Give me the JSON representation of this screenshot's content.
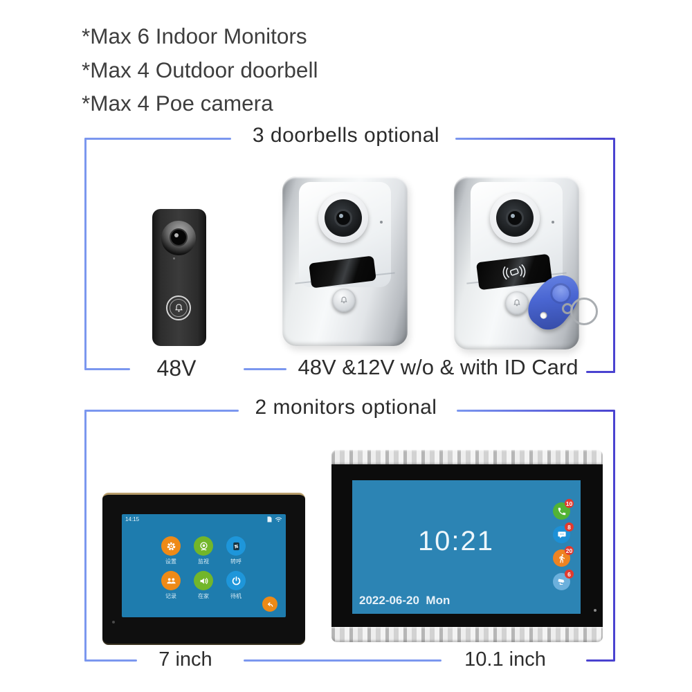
{
  "notes": [
    "*Max 6 Indoor Monitors",
    "*Max 4 Outdoor doorbell",
    "*Max 4 Poe camera"
  ],
  "doorbell_section": {
    "title": "3 doorbells optional",
    "left_label": "48V",
    "right_label": "48V &12V w/o & with ID Card"
  },
  "monitor_section": {
    "title": "2 monitors optional",
    "left_label": "7 inch",
    "right_label": "10.1 inch"
  },
  "monitor7": {
    "status_time": "14:15",
    "status_icons": [
      "sd-card-icon",
      "wifi-icon"
    ],
    "apps": [
      {
        "icon": "gear-icon",
        "label": "设置",
        "color": "#ee8a17"
      },
      {
        "icon": "camera-icon",
        "label": "监视",
        "color": "#72b62a"
      },
      {
        "icon": "transfer-icon",
        "label": "转呼",
        "color": "#1e96da"
      },
      {
        "icon": "people-icon",
        "label": "记录",
        "color": "#ee8a17"
      },
      {
        "icon": "speaker-icon",
        "label": "在家",
        "color": "#72b62a"
      },
      {
        "icon": "power-icon",
        "label": "待机",
        "color": "#1e96da"
      }
    ],
    "back_icon": "back-arrow-icon"
  },
  "monitor101": {
    "time": "10:21",
    "date": "2022-06-20  Mon",
    "shortcuts": [
      {
        "icon": "phone-icon",
        "count": "10",
        "color": "#52b335"
      },
      {
        "icon": "chat-icon",
        "count": "8",
        "color": "#1d90d6"
      },
      {
        "icon": "motion-icon",
        "count": "20",
        "color": "#ee8321"
      },
      {
        "icon": "cctv-camera-icon",
        "count": "6",
        "color": "#6cb0dc"
      }
    ]
  },
  "colors": {
    "bracket_blue": "#7b97ef",
    "bracket_indigo": "#4a43d0",
    "text_dark": "#2d2d2d",
    "screen_blue_7inch": "#1e7cae",
    "screen_blue_10inch": "#2c84b4",
    "badge_red": "#e23a2e",
    "fob_blue": "#4a66d2"
  }
}
